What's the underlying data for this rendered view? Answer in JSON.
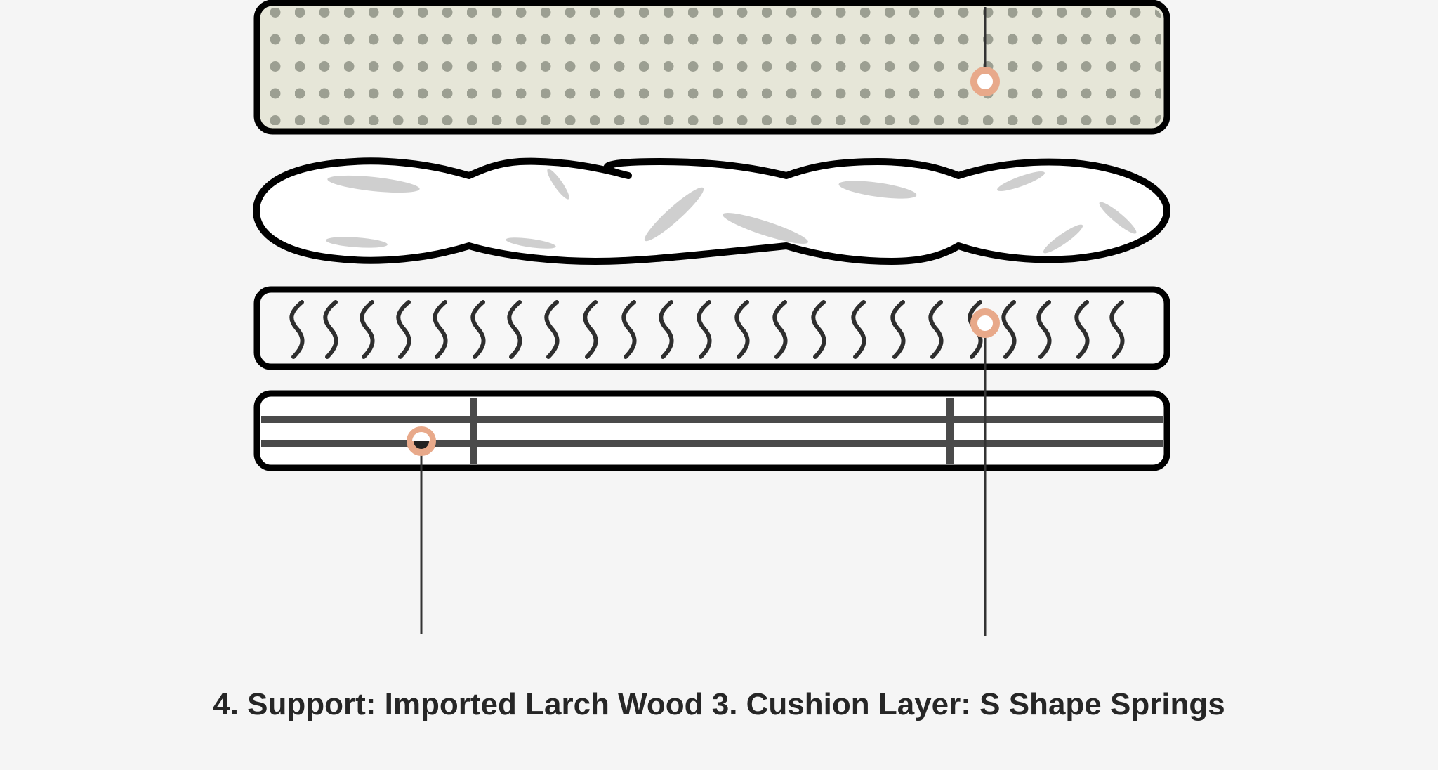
{
  "caption": "4. Support: Imported Larch Wood 3. Cushion Layer: S Shape Springs",
  "colors": {
    "background": "#f5f5f5",
    "outline": "#000000",
    "latex_fill": "#e6e6d8",
    "latex_dots": "#9c9f92",
    "feather_fill": "#ffffff",
    "feather_shape": "#cfcfcf",
    "spring_fill": "#f7f7f7",
    "spring_line": "#2e2e2e",
    "slat_line": "#4a4a4a",
    "marker": "#e8a98a",
    "leader_line": "#333333",
    "caption_text": "#262626"
  },
  "layers": [
    {
      "name": "latex-layer",
      "pattern": "dots"
    },
    {
      "name": "feather-layer",
      "pattern": "feathers"
    },
    {
      "name": "spring-layer",
      "pattern": "s-springs"
    },
    {
      "name": "wood-support-layer",
      "pattern": "slats"
    }
  ],
  "icons": [
    "hotspot-marker-icon",
    "feather-icon",
    "s-spring-icon"
  ]
}
